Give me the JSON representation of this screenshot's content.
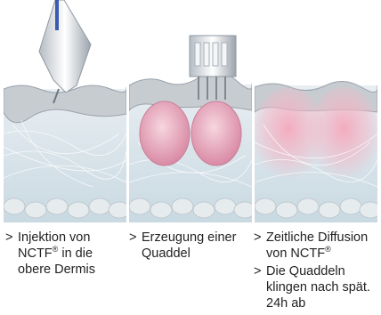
{
  "steps": [
    {
      "bullets": [
        {
          "before": "Injektion von",
          "line2_prefix": "NCTF",
          "mark": "®",
          "line2_suffix": " in die",
          "line3": "obere Dermis"
        }
      ]
    },
    {
      "bullets": [
        {
          "line1": "Erzeugung einer",
          "line2": "Quaddel"
        }
      ]
    },
    {
      "bullets": [
        {
          "line1": "Zeitliche Diffusion",
          "line2_prefix": "von NCTF",
          "mark": "®"
        },
        {
          "line1": "Die Quaddeln",
          "line2": "klingen nach spät.",
          "line3": "24h ab"
        }
      ]
    }
  ],
  "arrow_glyph": ">",
  "colors": {
    "epidermis": "#c9ced2",
    "dermis": "#d7e3ea",
    "fibers": "#ffffff",
    "wheal": "#e9a9bd",
    "diffusion": "#f3b7c6",
    "fat_cells": "#e6ebee",
    "needle": "#d9dde2"
  }
}
